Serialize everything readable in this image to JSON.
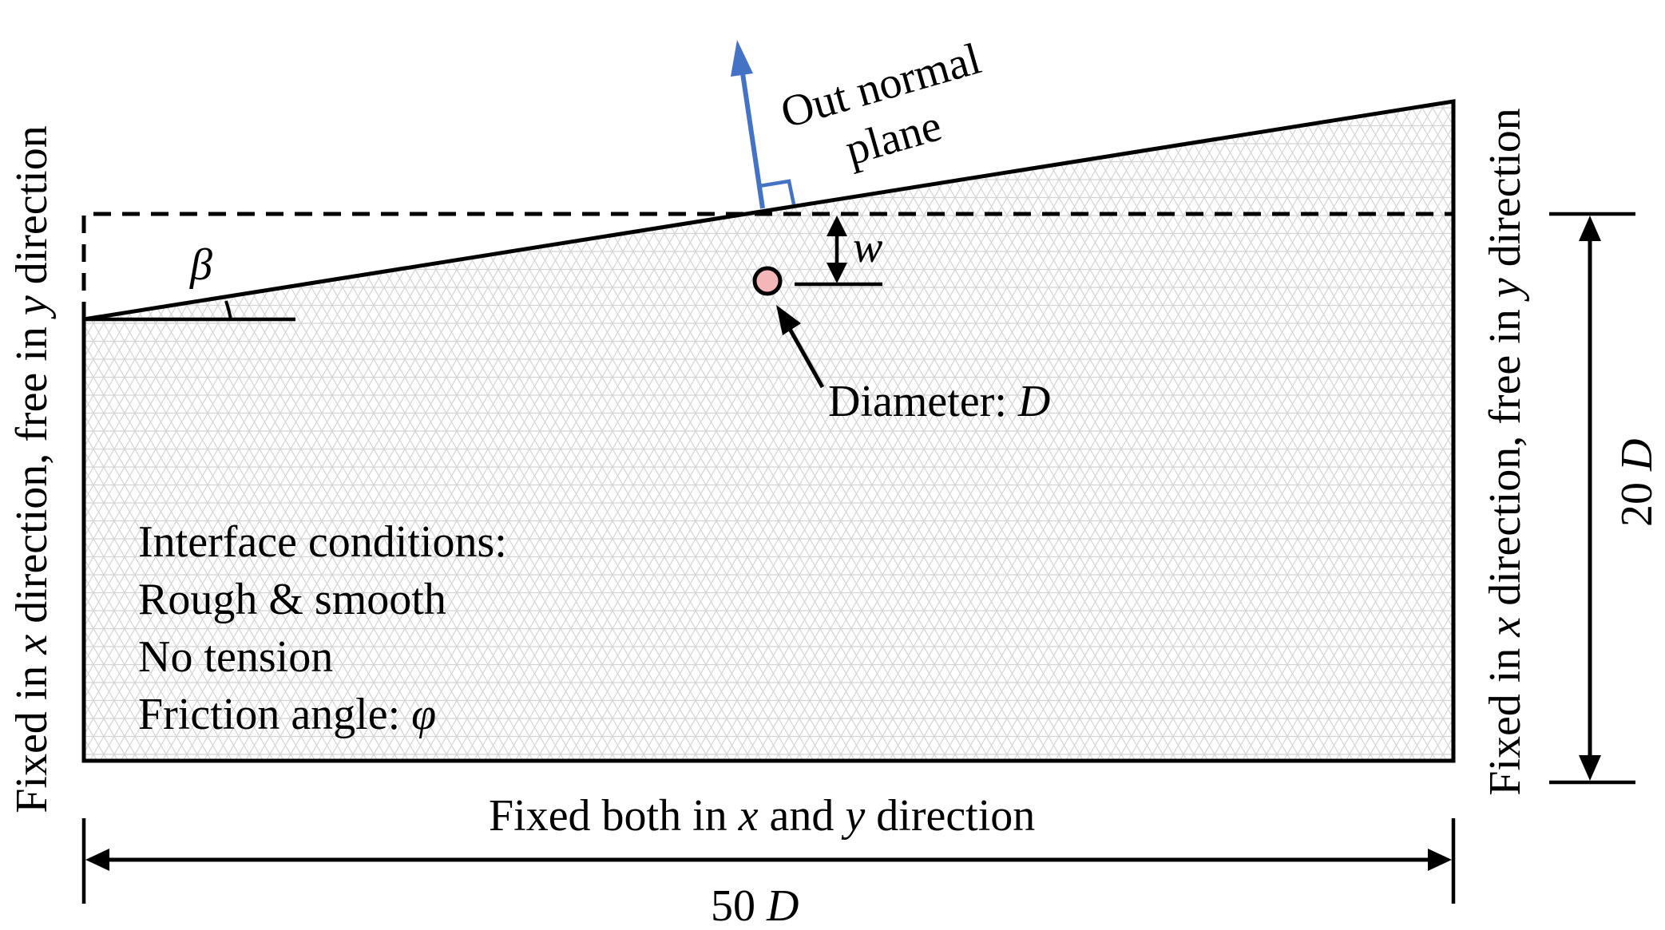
{
  "labels": {
    "out_normal_line1": "Out normal",
    "out_normal_line2": "plane",
    "beta": "β",
    "w": "w",
    "diameter_prefix": "Diameter:",
    "diameter_symbol": "D",
    "interface_title": "Interface conditions:",
    "interface_line2": "Rough & smooth",
    "interface_line3": "No tension",
    "interface_line4_prefix": "Friction angle:",
    "interface_line4_symbol": "φ",
    "bottom_bc_part1": "Fixed both in ",
    "bottom_bc_x": "x",
    "bottom_bc_part2": " and ",
    "bottom_bc_y": "y",
    "bottom_bc_part3": " direction",
    "width_number": "50 ",
    "width_symbol": "D",
    "height_number": "20 ",
    "height_symbol": "D",
    "side_bc_part1": "Fixed in ",
    "side_bc_x": "x",
    "side_bc_part2": " direction, free in ",
    "side_bc_y": "y",
    "side_bc_part3": " direction"
  },
  "colors": {
    "normal_arrow": "#4472C4",
    "pipe_fill": "#F4B6B6",
    "mesh": "#d4d4d4",
    "outline": "#000000"
  }
}
